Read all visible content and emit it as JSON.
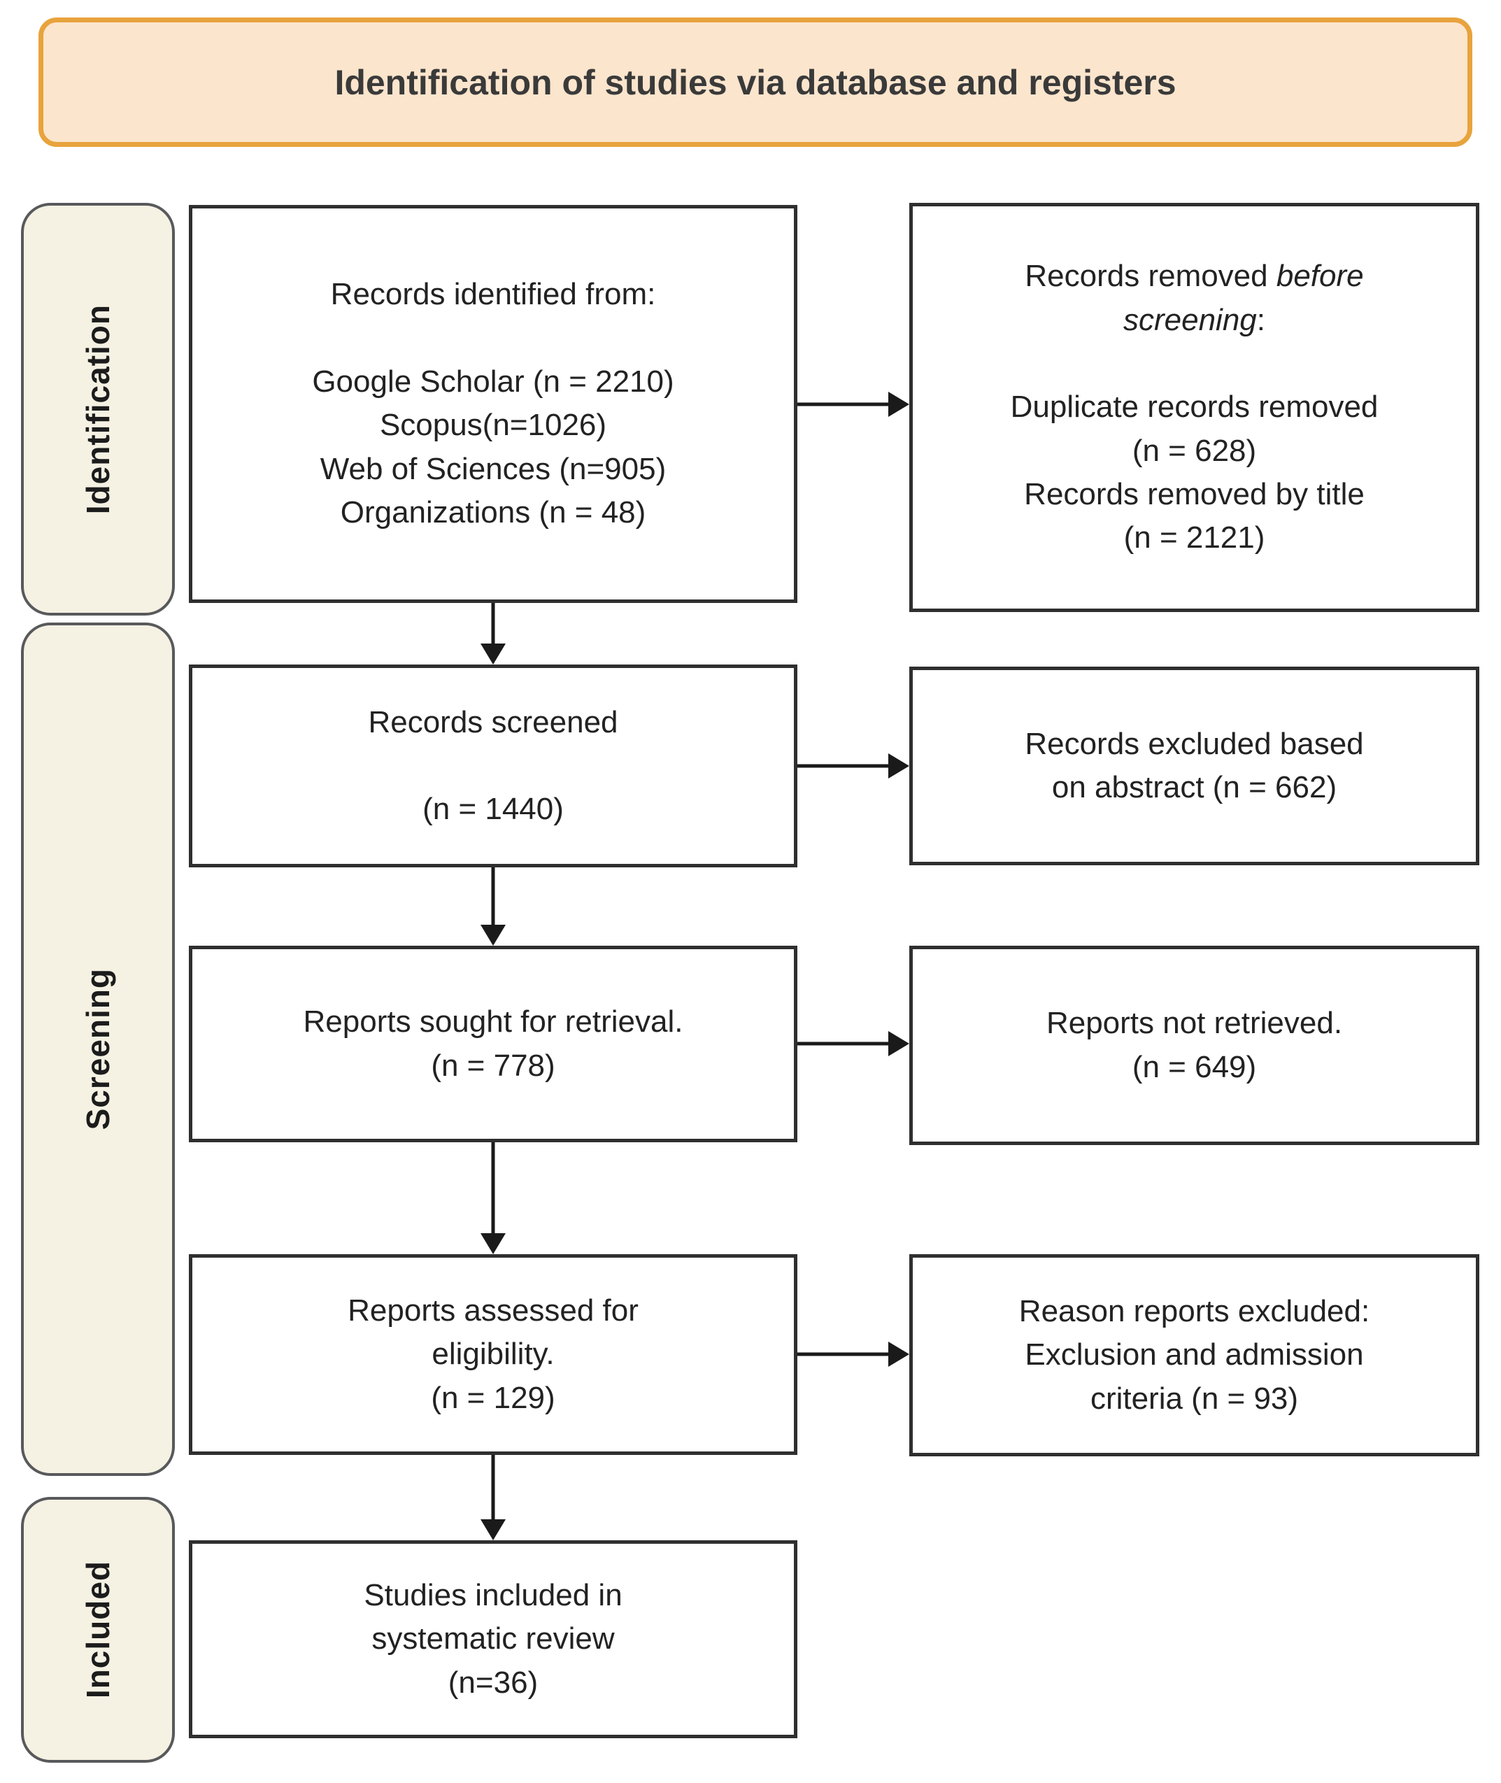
{
  "header": {
    "title": "Identification of studies via database and registers"
  },
  "stages": [
    {
      "label": "Identification"
    },
    {
      "label": "Screening"
    },
    {
      "label": "Included"
    }
  ],
  "boxes": {
    "records_identified": {
      "title": "Records identified from:",
      "lines": [
        "Google Scholar (n = 2210)",
        "Scopus(n=1026)",
        "Web of Sciences (n=905)",
        "Organizations (n = 48)"
      ]
    },
    "records_removed": {
      "heading": {
        "prefix": "Records removed ",
        "italic": "before screening",
        "suffix": ":"
      },
      "lines": [
        "Duplicate records removed",
        "(n = 628)",
        "Records removed by title",
        "(n = 2121)"
      ]
    },
    "records_screened": {
      "lines": [
        "Records screened",
        "(n = 1440)"
      ]
    },
    "records_excluded": {
      "lines": [
        "Records excluded based",
        "on abstract (n = 662)"
      ]
    },
    "reports_sought": {
      "lines": [
        "Reports sought for retrieval.",
        "(n = 778)"
      ]
    },
    "reports_not_retrieved": {
      "lines": [
        "Reports not retrieved.",
        "(n = 649)"
      ]
    },
    "reports_assessed": {
      "lines": [
        "Reports assessed for",
        "eligibility.",
        "(n = 129)"
      ]
    },
    "reason_excluded": {
      "lines": [
        "Reason reports excluded:",
        "Exclusion and admission",
        "criteria (n = 93)"
      ]
    },
    "studies_included": {
      "lines": [
        "Studies included in",
        "systematic review",
        "(n=36)"
      ]
    }
  },
  "colors": {
    "header-bg": "#fce5cd",
    "header-border": "#e8a33c",
    "stage-bg": "#f5f1e3",
    "stage-border": "#58595b",
    "box-border": "#2f2f2f",
    "text": "#222222",
    "arrow": "#1a1a1a"
  }
}
